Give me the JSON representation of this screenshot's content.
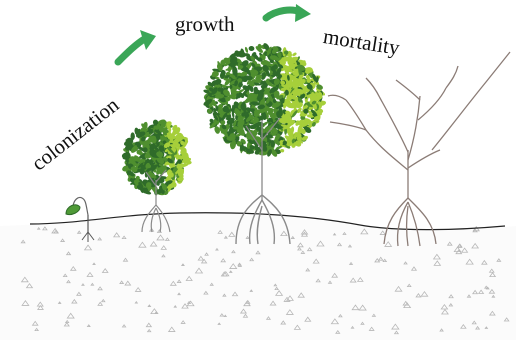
{
  "stages": {
    "colonization": "colonization",
    "growth": "growth",
    "mortality": "mortality"
  },
  "colors": {
    "arrow": "#3aa657",
    "foliage_dark": "#2f6b2a",
    "foliage_mid": "#4f8f2f",
    "foliage_light": "#a6cf3a",
    "trunk_line": "#8a8a8a",
    "dead_branch": "#8b7c76",
    "ground_line": "#222222",
    "soil_speck": "#b7b7b7"
  },
  "icons": [
    "seedling-icon",
    "young-tree-icon",
    "mature-tree-icon",
    "dead-tree-icon",
    "arrow-icon"
  ]
}
